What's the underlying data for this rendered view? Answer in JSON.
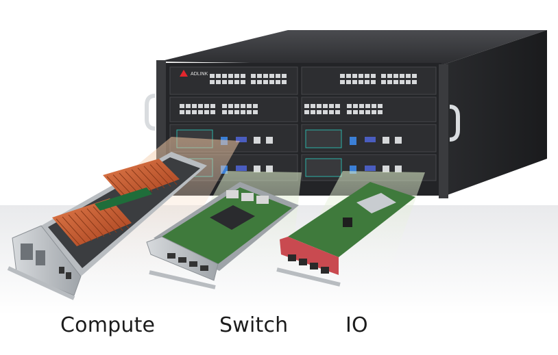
{
  "brand": {
    "logo_text": "ADLINK",
    "accent": "#e3262d"
  },
  "captions": {
    "compute": "Compute",
    "switch": "Switch",
    "io": "IO"
  },
  "colors": {
    "chassis": "#2a2b2e",
    "heatsink": "#c9572e",
    "pcb": "#3f7a3c",
    "io_panel": "#c94a50",
    "tray": "#c8ccd0"
  }
}
